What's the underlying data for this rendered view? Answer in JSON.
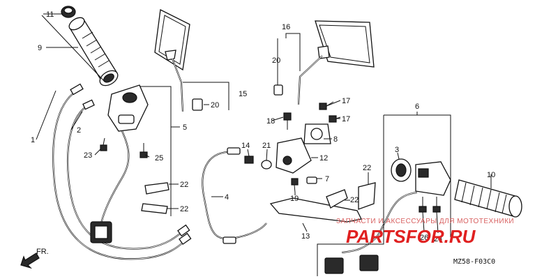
{
  "callouts": [
    {
      "id": "c11a",
      "text": "11"
    },
    {
      "id": "c9",
      "text": "9"
    },
    {
      "id": "c1",
      "text": "1"
    },
    {
      "id": "c2",
      "text": "2"
    },
    {
      "id": "c5",
      "text": "5"
    },
    {
      "id": "c23",
      "text": "23"
    },
    {
      "id": "c25",
      "text": "25"
    },
    {
      "id": "c22a",
      "text": "22"
    },
    {
      "id": "c22b",
      "text": "22"
    },
    {
      "id": "c15",
      "text": "15"
    },
    {
      "id": "c20a",
      "text": "20"
    },
    {
      "id": "c16",
      "text": "16"
    },
    {
      "id": "c20b",
      "text": "20"
    },
    {
      "id": "c17a",
      "text": "17"
    },
    {
      "id": "c17b",
      "text": "17"
    },
    {
      "id": "c18",
      "text": "18"
    },
    {
      "id": "c8",
      "text": "8"
    },
    {
      "id": "c14",
      "text": "14"
    },
    {
      "id": "c21",
      "text": "21"
    },
    {
      "id": "c12",
      "text": "12"
    },
    {
      "id": "c7",
      "text": "7"
    },
    {
      "id": "c4",
      "text": "4"
    },
    {
      "id": "c19",
      "text": "19"
    },
    {
      "id": "c13",
      "text": "13"
    },
    {
      "id": "c22c",
      "text": "22"
    },
    {
      "id": "c22d",
      "text": "22"
    },
    {
      "id": "c3",
      "text": "3"
    },
    {
      "id": "c6",
      "text": "6"
    },
    {
      "id": "c10",
      "text": "10"
    },
    {
      "id": "c26",
      "text": "26"
    },
    {
      "id": "c24",
      "text": "24"
    }
  ],
  "front_arrow_label": "FR.",
  "diagram_code": "MZ58-F03C0",
  "watermark": {
    "tagline": "ЗАПЧАСТИ И АКСЕССУАРЫ ДЛЯ МОТОТЕХНИКИ",
    "logo": "PARTSFOR.RU",
    "color": "#e02020"
  }
}
